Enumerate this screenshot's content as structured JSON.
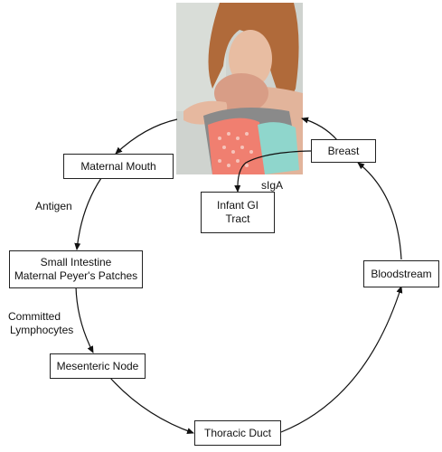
{
  "photo": {
    "subject": "mother-kissing-newborn-photo",
    "colors": {
      "hair": "#b06a3a",
      "skin": "#e2b49b",
      "blanket_coral": "#f07f70",
      "blanket_mint": "#8fd6cc",
      "border_gray": "#8a8a8a",
      "background": "#cfd3cf"
    }
  },
  "nodes": {
    "maternal_mouth": "Maternal Mouth",
    "small_intestine_line1": "Small Intestine",
    "small_intestine_line2": "Maternal Peyer's Patches",
    "mesenteric_node": "Mesenteric Node",
    "thoracic_duct": "Thoracic Duct",
    "bloodstream": "Bloodstream",
    "breast": "Breast",
    "infant_gi_line1": "Infant GI",
    "infant_gi_line2": "Tract"
  },
  "edge_labels": {
    "antigen": "Antigen",
    "committed_line1": "Committed",
    "committed_line2": "Lymphocytes",
    "siga": "sIgA"
  }
}
